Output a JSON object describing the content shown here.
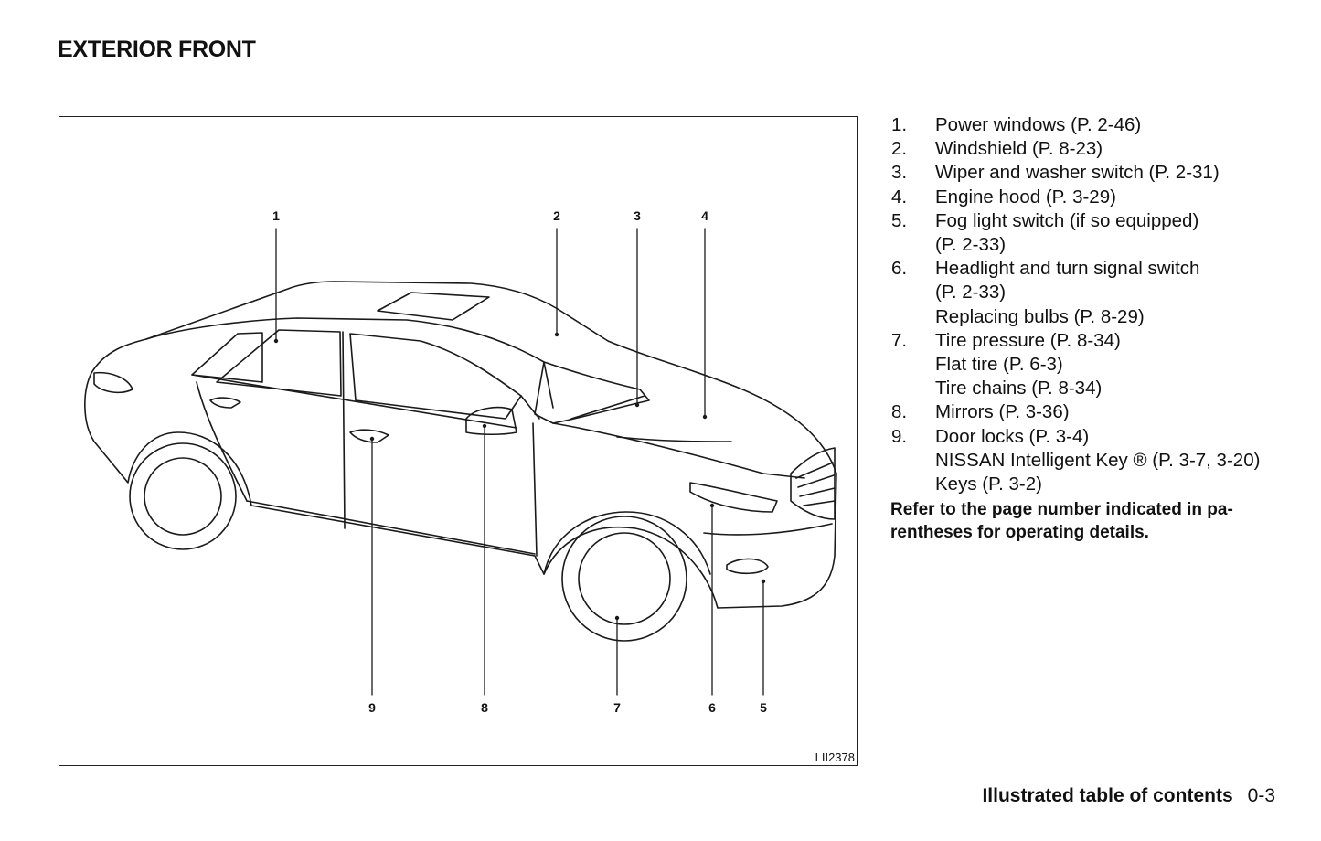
{
  "page": {
    "title": "EXTERIOR FRONT",
    "figure_id": "LII2378",
    "callouts": [
      "1",
      "2",
      "3",
      "4",
      "5",
      "6",
      "7",
      "8",
      "9"
    ],
    "items": [
      {
        "num": "1.",
        "lines": [
          "Power windows (P. 2-46)"
        ]
      },
      {
        "num": "2.",
        "lines": [
          "Windshield (P. 8-23)"
        ]
      },
      {
        "num": "3.",
        "lines": [
          "Wiper and washer switch (P. 2-31)"
        ]
      },
      {
        "num": "4.",
        "lines": [
          "Engine hood (P. 3-29)"
        ]
      },
      {
        "num": "5.",
        "lines": [
          "Fog light switch (if so equipped)",
          "(P. 2-33)"
        ]
      },
      {
        "num": "6.",
        "lines": [
          "Headlight and turn signal switch",
          "(P. 2-33)",
          "Replacing bulbs (P. 8-29)"
        ]
      },
      {
        "num": "7.",
        "lines": [
          "Tire pressure (P. 8-34)",
          "Flat tire (P. 6-3)",
          "Tire chains (P. 8-34)"
        ]
      },
      {
        "num": "8.",
        "lines": [
          "Mirrors (P. 3-36)"
        ]
      },
      {
        "num": "9.",
        "lines": [
          "Door locks (P. 3-4)",
          "NISSAN Intelligent Key ® (P. 3-7, 3-20)",
          "Keys (P. 3-2)"
        ]
      }
    ],
    "note": [
      "Refer to the page number indicated in pa-",
      "rentheses for operating details."
    ],
    "footer": {
      "section": "Illustrated table of contents",
      "page_number": "0-3"
    }
  }
}
